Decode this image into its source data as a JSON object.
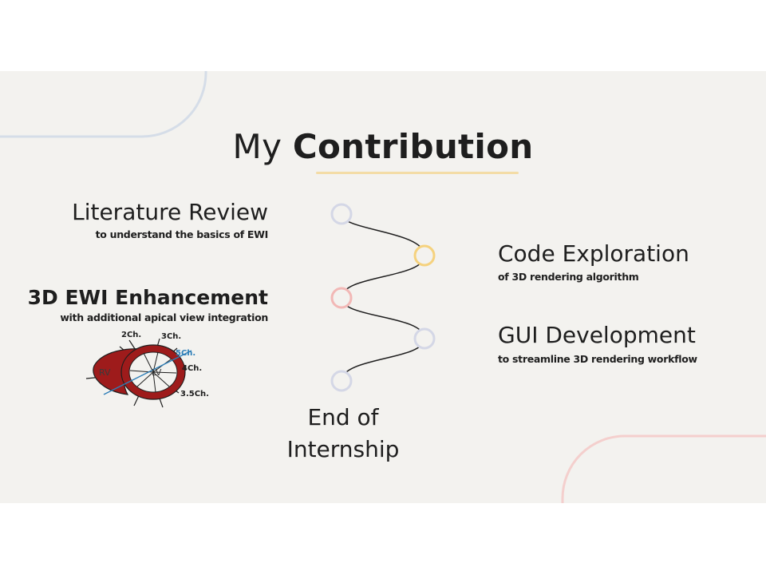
{
  "slide": {
    "title_light": "My",
    "title_bold": "Contribution",
    "items": {
      "literature": {
        "heading": "Literature Review",
        "sub": "to understand the basics of EWI"
      },
      "ewi": {
        "heading": "3D EWI Enhancement",
        "sub": "with additional apical view integration"
      },
      "code": {
        "heading": "Code Exploration",
        "sub": "of 3D rendering algorithm"
      },
      "gui": {
        "heading": "GUI Development",
        "sub": "to streamline 3D rendering workflow"
      }
    },
    "end_line1": "End of",
    "end_line2": "Internship",
    "diagram": {
      "labels": {
        "ch2": "2Ch.",
        "ch3": "3Ch.",
        "ch5": "5Ch.",
        "ch4": "4Ch.",
        "ch35": "3.5Ch.",
        "rv": "RV",
        "lv": "LV"
      }
    }
  },
  "colors": {
    "background": "#f3f2ef",
    "accent_yellow": "#f3dca6",
    "node_blue": "#d4d7e6",
    "node_yellow": "#f5d27e",
    "node_pink": "#f2b8b6",
    "deco_blue": "#d5dde8",
    "deco_pink": "#f4cfcd",
    "heart_red": "#9e1b1b"
  }
}
